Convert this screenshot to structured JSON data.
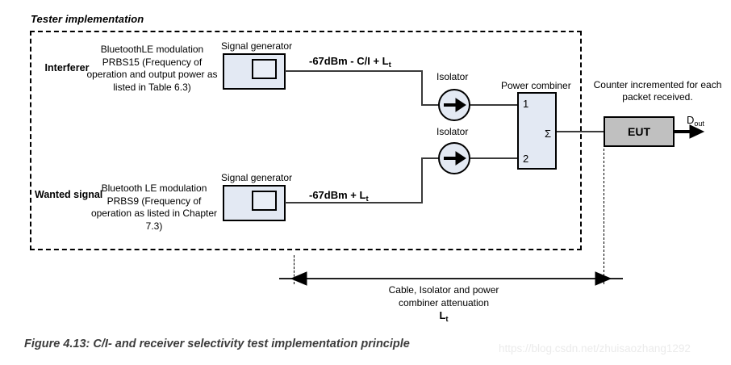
{
  "figure": {
    "tester_box_title": "Tester implementation",
    "caption": "Figure 4.13: C/I- and receiver selectivity test implementation principle",
    "watermark": "https://blog.csdn.net/zhuisaozhang1292"
  },
  "paths": [
    {
      "role": "interferer",
      "row_label": "Interferer",
      "description": "BluetoothLE modulation PRBS15 (Frequency of operation and output power as listed in Table 6.3)",
      "signal_generator_caption": "Signal generator",
      "power_label": "-67dBm - C/I + L",
      "power_label_sub": "t",
      "isolator_caption": "Isolator",
      "combiner_port": "1"
    },
    {
      "role": "wanted",
      "row_label": "Wanted signal",
      "description": "Bluetooth LE modulation PRBS9 (Frequency of operation as listed in Chapter 7.3)",
      "signal_generator_caption": "Signal generator",
      "power_label": "-67dBm + L",
      "power_label_sub": "t",
      "isolator_caption": "Isolator",
      "combiner_port": "2"
    }
  ],
  "combiner": {
    "caption": "Power combiner",
    "port_1": "1",
    "port_2": "2",
    "sum_symbol": "Σ"
  },
  "eut": {
    "label": "EUT",
    "note": "Counter incremented for each packet received.",
    "output_label": "D",
    "output_label_sub": "out"
  },
  "dimension": {
    "text_line_1": "Cable, Isolator and power",
    "text_line_2": "combiner attenuation",
    "symbol": "L",
    "symbol_sub": "t"
  },
  "colors": {
    "block_fill": "#e3e9f3",
    "eut_fill": "#c0c0c0",
    "line": "#3a3a3a",
    "watermark": "#ebebeb"
  }
}
